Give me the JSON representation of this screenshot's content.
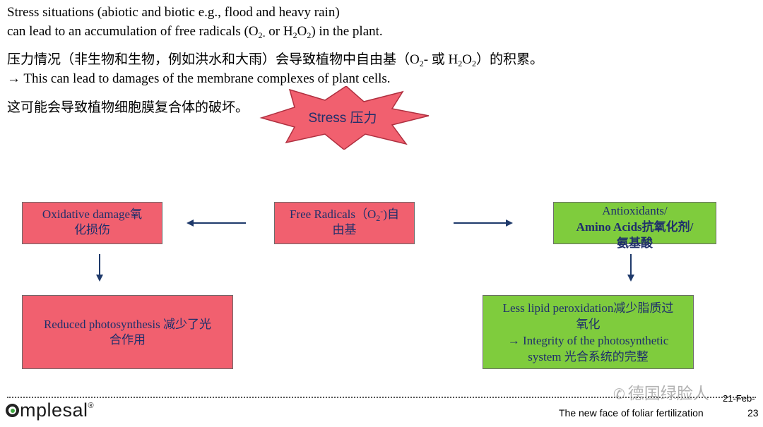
{
  "intro": {
    "line1": "Stress situations (abiotic and biotic e.g., flood and heavy rain)",
    "line2_a": "can lead to an accumulation of free radicals (O",
    "line2_sub1": "2-",
    "line2_b": " or H",
    "line2_sub2": "2",
    "line2_c": "O",
    "line2_sub3": "2",
    "line2_d": ") in the plant.",
    "line3_a": "压力情况（非生物和生物，例如洪水和大雨）会导致植物中自由基（O",
    "line3_sub1": "2",
    "line3_b": "- 或 H",
    "line3_sub2": "2",
    "line3_c": "O",
    "line3_sub3": "2",
    "line3_d": "）的积累。",
    "line4": "→ This can lead to damages of the membrane complexes of plant cells.",
    "line5": "这可能会导致植物细胞膜复合体的破坏。"
  },
  "stress": {
    "label": "Stress 压力"
  },
  "boxes": {
    "oxidative": {
      "line1": "Oxidative damage氧",
      "line2": "化损伤"
    },
    "free_radicals": {
      "line1_a": "Free Radicals（O",
      "line1_sub": "2",
      "line1_sup": "-",
      "line1_b": ")自",
      "line2": "由基"
    },
    "antioxidants": {
      "line1": "Antioxidants/",
      "line2": "Amino Acids抗氧化剂/",
      "line3": "氨基酸"
    },
    "reduced": {
      "line1": "Reduced photosynthesis 减少了光",
      "line2": "合作用"
    },
    "lipid": {
      "line1": "Less lipid peroxidation减少脂质过",
      "line2": "氧化",
      "line3": "→ Integrity of the photosynthetic",
      "line4": "system 光合系统的完整"
    }
  },
  "footer": {
    "logo_rest": "mplesal",
    "logo_reg": "®",
    "tagline": "The new face of foliar fertilization",
    "date": "21-Feb-",
    "page": "23",
    "watermark": "德国绿脸人"
  },
  "colors": {
    "red_box": "#f1606f",
    "green_box": "#7fcc3d",
    "arrow": "#1f3a6b",
    "star_fill": "#f1606f"
  }
}
